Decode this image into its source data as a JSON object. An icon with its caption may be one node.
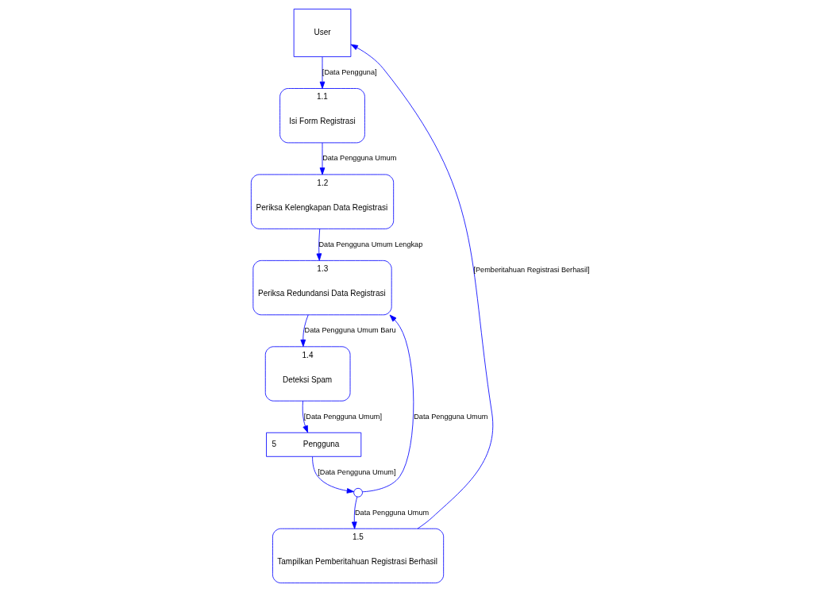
{
  "diagram": {
    "nodes": [
      {
        "text": [
          "User"
        ]
      },
      {
        "text": [
          "1.1",
          "Isi Form Registrasi"
        ]
      },
      {
        "text": [
          "1.2",
          "Periksa Kelengkapan Data Registrasi"
        ]
      },
      {
        "text": [
          "5",
          "Pengguna"
        ]
      },
      {
        "text": [
          "1.3",
          "Periksa Redundansi Data Registrasi"
        ]
      },
      {
        "text": [],
        "shape": "circle"
      },
      {
        "text": [
          "1.4",
          "Deteksi Spam"
        ]
      },
      {
        "text": [
          "1.5",
          "Tampilkan Pemberitahuan Registrasi Berhasil"
        ]
      }
    ],
    "edges": [
      {
        "from": 0,
        "to": 1,
        "arrow": "to",
        "label": "[Data Pengguna]"
      },
      {
        "from": 1,
        "to": 2,
        "arrow": "to",
        "label": "Data Pengguna Umum"
      },
      {
        "from": 2,
        "to": 4,
        "arrow": "to",
        "label": "Data Pengguna Umum Lengkap"
      },
      {
        "from": 3,
        "to": 5,
        "arrow": "to",
        "label": "[Data Pengguna Umum]"
      },
      {
        "from": 5,
        "to": 4,
        "arrow": "to",
        "label": "Data Pengguna Umum"
      },
      {
        "from": 4,
        "to": 6,
        "arrow": "to",
        "label": "Data Pengguna Umum Baru"
      },
      {
        "from": 6,
        "to": 3,
        "arrow": "to",
        "label": "[Data Pengguna Umum]"
      },
      {
        "from": 5,
        "to": 7,
        "arrow": "to",
        "label": "Data Pengguna Umum"
      },
      {
        "from": 7,
        "to": 0,
        "arrow": "to",
        "label": "[Pemberitahuan Registrasi Berhasil]"
      }
    ]
  }
}
